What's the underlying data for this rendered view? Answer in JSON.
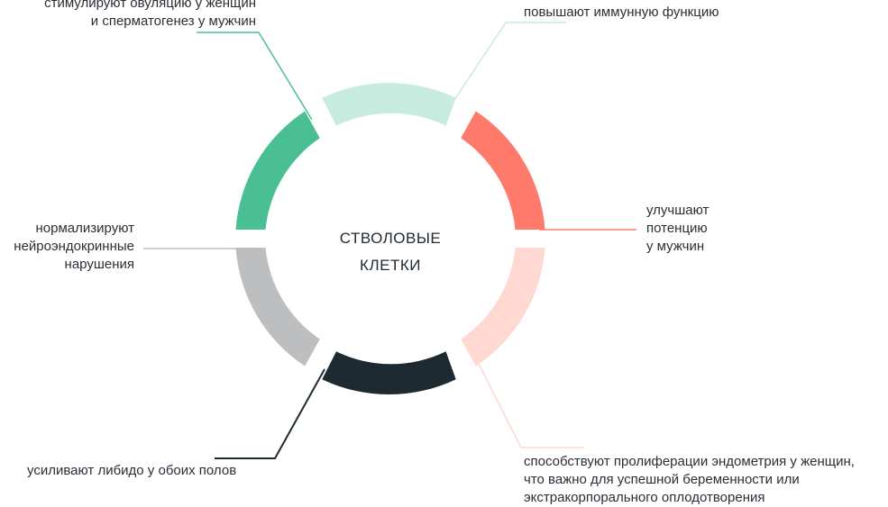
{
  "center": {
    "line1": "СТВОЛОВЫЕ",
    "line2": "КЛЕТКИ"
  },
  "segments": [
    {
      "id": "immune",
      "color": "#c8ebe0",
      "lines": [
        "повышают иммунную функцию"
      ]
    },
    {
      "id": "potency",
      "color": "#ff7a6a",
      "lines": [
        "улучшают",
        "потенцию",
        "у мужчин"
      ]
    },
    {
      "id": "endometrium",
      "color": "#ffd8d2",
      "lines": [
        "способствуют пролиферации эндометрия у женщин,",
        "что важно для успешной беременности или",
        "экстракорпорального оплодотворения"
      ]
    },
    {
      "id": "libido",
      "color": "#1e2a31",
      "lines": [
        "усиливают либидо у обоих полов"
      ]
    },
    {
      "id": "neuro",
      "color": "#bcbec0",
      "lines": [
        "нормализируют",
        "нейроэндокринные",
        "нарушения"
      ]
    },
    {
      "id": "ovulation",
      "color": "#4bbf94",
      "lines": [
        "стимулируют овуляцию у женщин",
        "и сперматогенез у мужчин"
      ]
    }
  ]
}
